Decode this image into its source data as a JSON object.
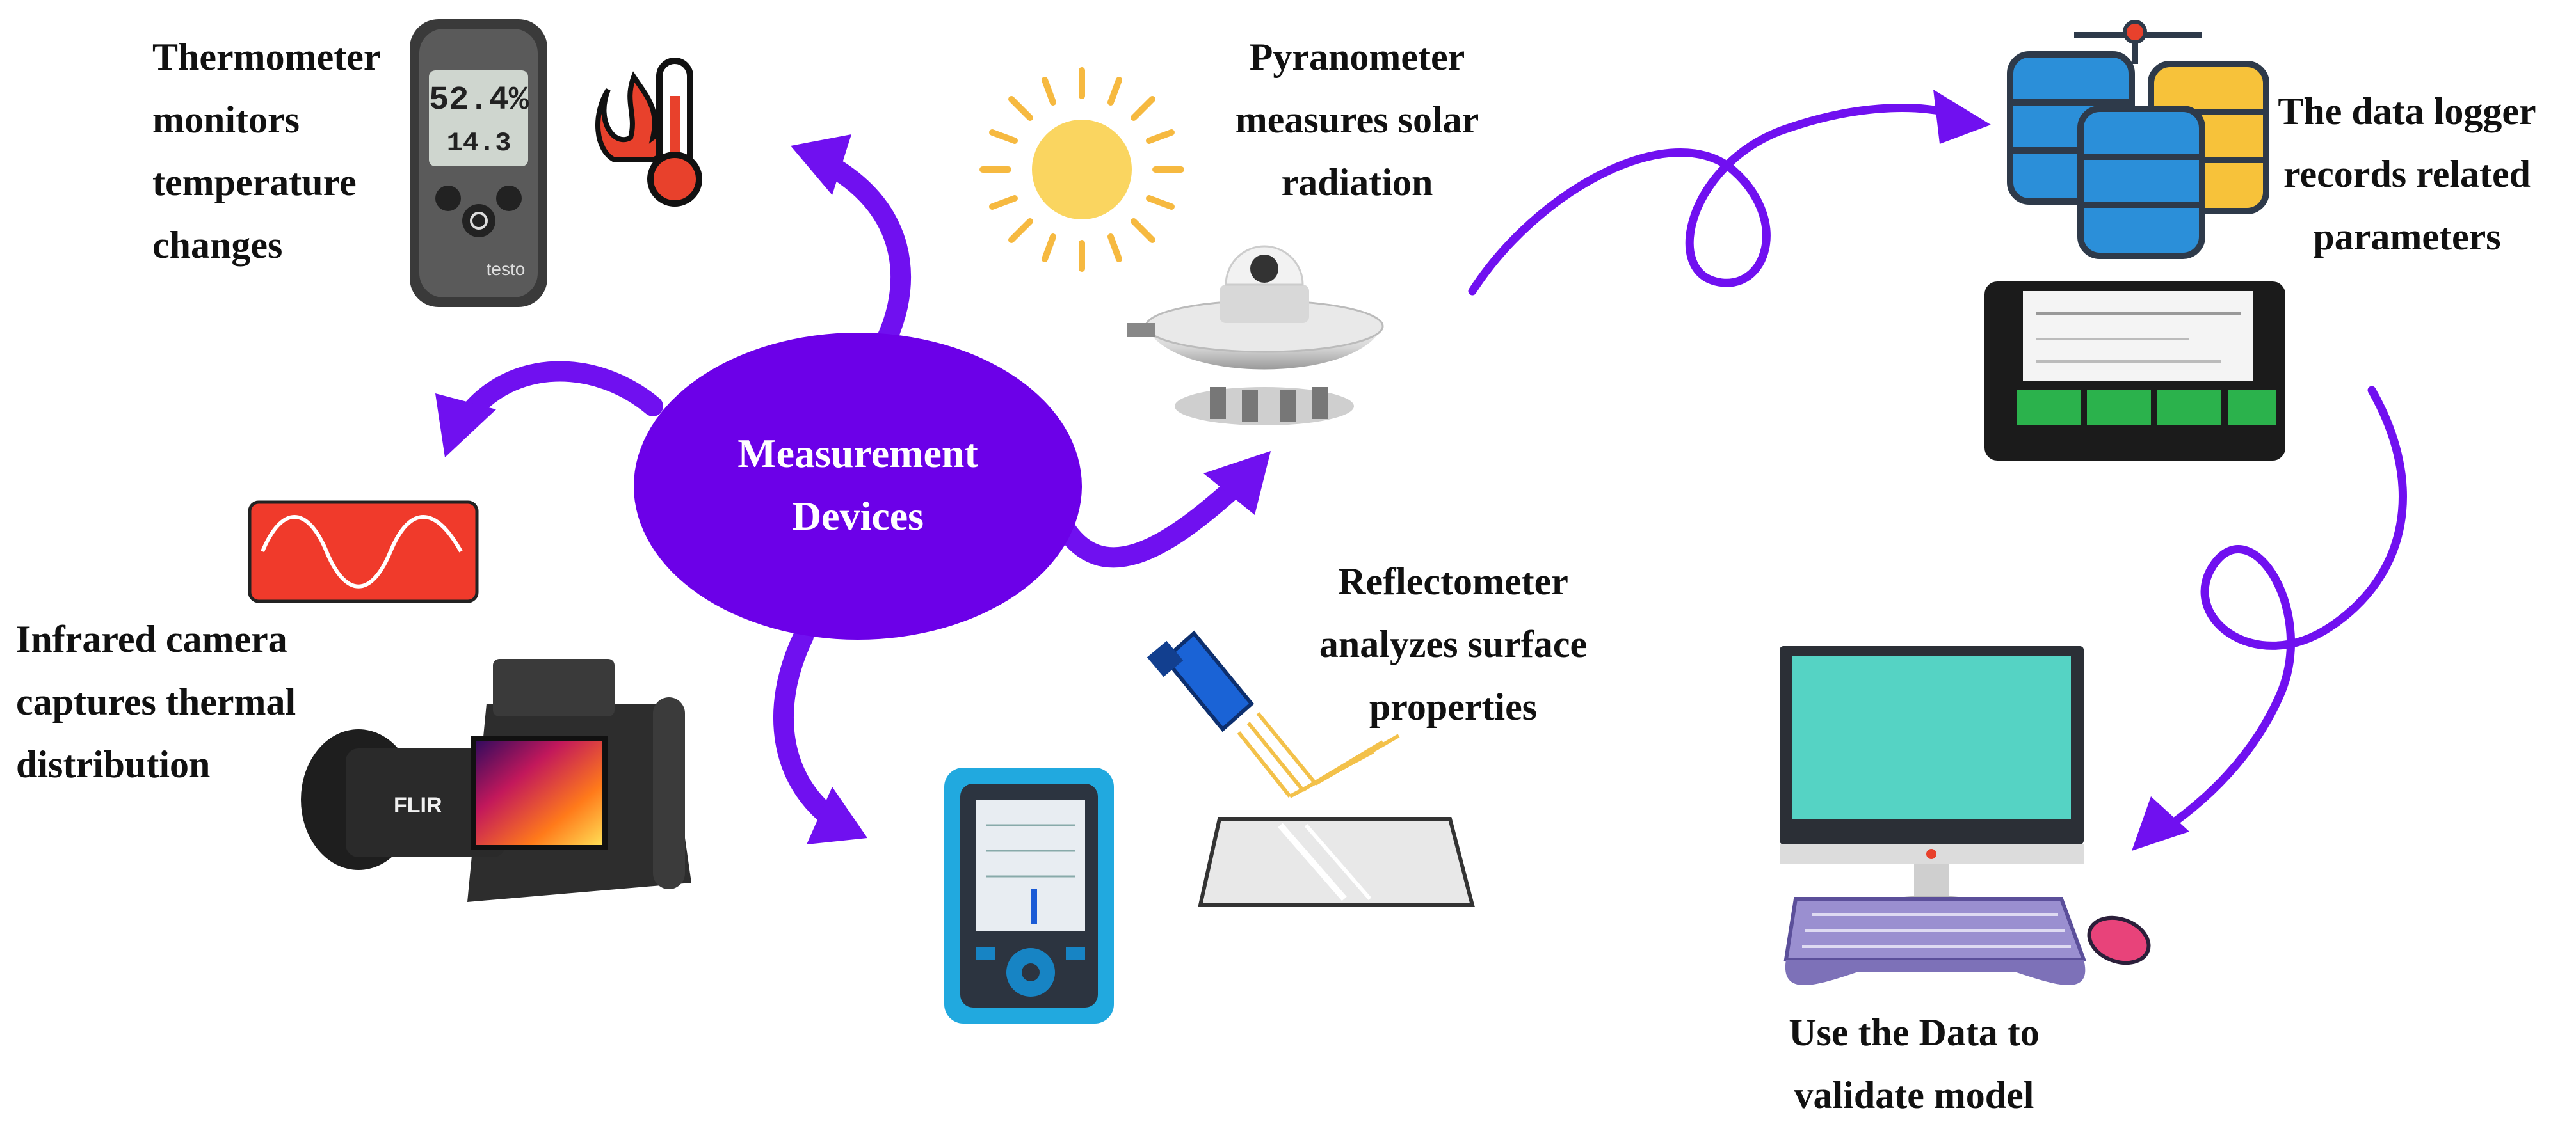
{
  "colors": {
    "accent_purple": "#7010F0",
    "ellipse_purple": "#6C00E8",
    "text": "#111111",
    "waveform_red": "#F03A2B",
    "screen_teal": "#55D3C4",
    "db_blue": "#2B8FD9",
    "db_yellow": "#F7C23A",
    "device_blue": "#21A9DF",
    "sun_yellow": "#FAD560",
    "green_terminal": "#2BB24C"
  },
  "center": {
    "line1": "Measurement",
    "line2": "Devices"
  },
  "labels": {
    "thermometer": [
      "Thermometer",
      "monitors",
      "temperature",
      "changes"
    ],
    "pyranometer": [
      "Pyranometer",
      "measures solar",
      "radiation"
    ],
    "data_logger": [
      "The data logger",
      "records related",
      "parameters"
    ],
    "infrared": [
      "Infrared camera",
      "captures thermal",
      "distribution"
    ],
    "reflectometer": [
      "Reflectometer",
      "analyzes surface",
      "properties"
    ],
    "validate": [
      "Use the Data to",
      "validate model"
    ]
  },
  "devices": {
    "thermometer_readout_1": "52.4%",
    "thermometer_readout_2": "14.3",
    "thermometer_brand": "testo",
    "camera_brand": "FLIR"
  },
  "icons": [
    "thermometer-device-icon",
    "hot-temperature-icon",
    "sun-icon",
    "pyranometer-icon",
    "database-icon",
    "data-logger-icon",
    "waveform-icon",
    "infrared-camera-icon",
    "reflectometer-handheld-icon",
    "flashlight-icon",
    "reflective-surface-icon",
    "computer-monitor-icon",
    "keyboard-icon",
    "mouse-icon"
  ]
}
